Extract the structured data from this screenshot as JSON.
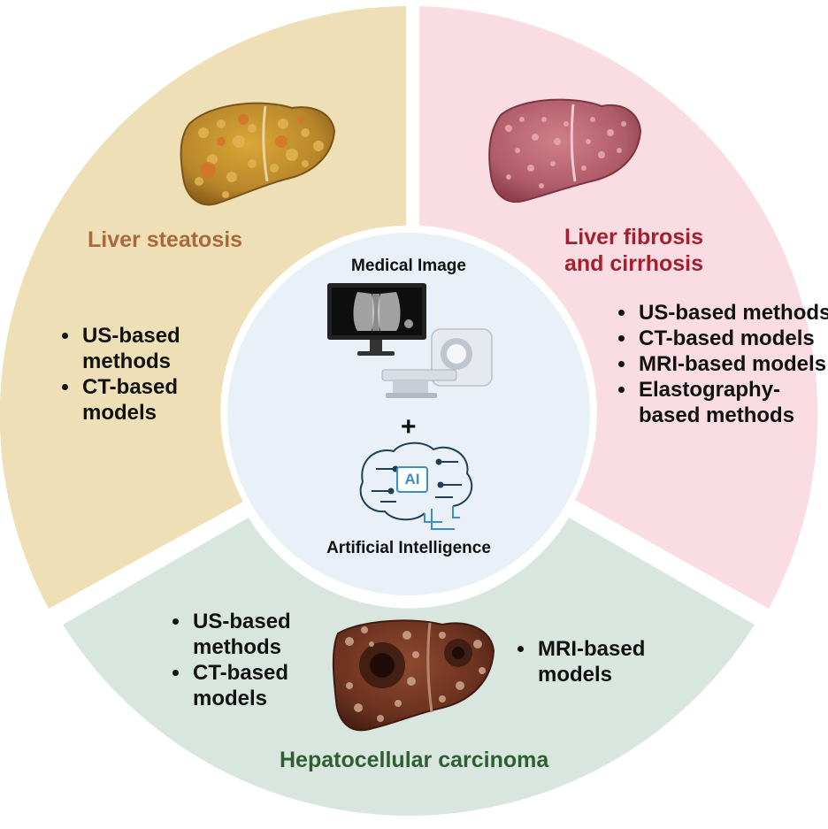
{
  "sectors": {
    "steatosis": {
      "title": "Liver steatosis",
      "items": [
        "US-based methods",
        "CT-based models"
      ]
    },
    "fibrosis": {
      "title_line1": "Liver fibrosis",
      "title_line2": "and cirrhosis",
      "items": [
        "US-based methods",
        "CT-based models",
        "MRI-based models",
        "Elastography-based methods"
      ]
    },
    "hcc": {
      "title": "Hepatocellular carcinoma",
      "items_left": [
        "US-based methods",
        "CT-based models"
      ],
      "items_right": [
        "MRI-based models"
      ]
    }
  },
  "center": {
    "top_label": "Medical Image",
    "plus": "+",
    "ai_badge": "AI",
    "bottom_label": "Artificial Intelligence"
  },
  "colors": {
    "steatosis_bg": "#efdfb6",
    "steatosis_title": "#a86a3c",
    "fibrosis_bg": "#f9dde3",
    "fibrosis_title": "#a3202f",
    "hcc_bg": "#d9e6df",
    "hcc_title": "#2f5e32",
    "center_bg": "#e9f0f8",
    "ai_blue": "#3a8fc4"
  }
}
